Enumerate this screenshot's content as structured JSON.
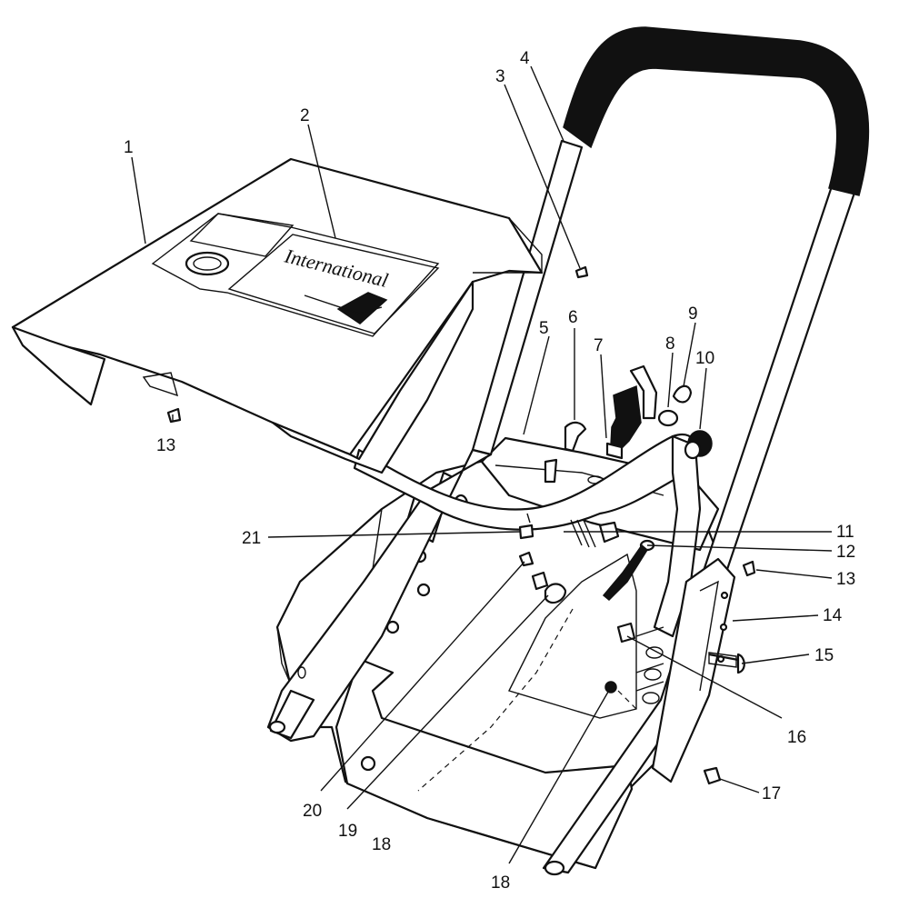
{
  "hood_script_text": "International",
  "callouts": [
    "1",
    "2",
    "3",
    "4",
    "5",
    "6",
    "7",
    "8",
    "9",
    "10",
    "11",
    "12",
    "13",
    "13",
    "14",
    "15",
    "16",
    "17",
    "18",
    "18",
    "19",
    "20",
    "21"
  ],
  "colors": {
    "ink": "#111111",
    "paper": "#ffffff"
  }
}
